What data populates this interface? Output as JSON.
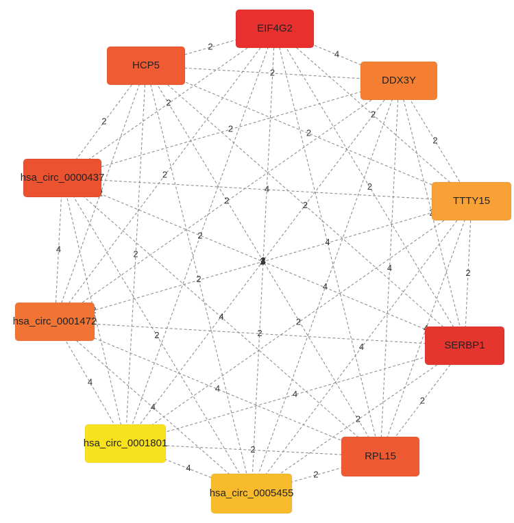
{
  "nodes": [
    {
      "id": "EIF4G2",
      "label": "EIF4G2",
      "color": "#e8312f"
    },
    {
      "id": "HCP5",
      "label": "HCP5",
      "color": "#ef5b33"
    },
    {
      "id": "DDX3Y",
      "label": "DDX3Y",
      "color": "#f47f33"
    },
    {
      "id": "TTTY15",
      "label": "TTTY15",
      "color": "#f8a136"
    },
    {
      "id": "SERBP1",
      "label": "SERBP1",
      "color": "#e6352e"
    },
    {
      "id": "RPL15",
      "label": "RPL15",
      "color": "#ee5a31"
    },
    {
      "id": "circ0005455",
      "label": "hsa_circ_0005455",
      "color": "#f8bb2c"
    },
    {
      "id": "circ0001801",
      "label": "hsa_circ_0001801",
      "color": "#f8e21e"
    },
    {
      "id": "circ0001472",
      "label": "hsa_circ_0001472",
      "color": "#f17434"
    },
    {
      "id": "circ0000437",
      "label": "hsa_circ_0000437",
      "color": "#ea5230"
    }
  ],
  "edges": [
    {
      "source": "EIF4G2",
      "target": "HCP5",
      "weight": "2"
    },
    {
      "source": "EIF4G2",
      "target": "DDX3Y",
      "weight": "4"
    },
    {
      "source": "EIF4G2",
      "target": "TTTY15",
      "weight": "2"
    },
    {
      "source": "EIF4G2",
      "target": "SERBP1",
      "weight": "2"
    },
    {
      "source": "EIF4G2",
      "target": "RPL15",
      "weight": "4"
    },
    {
      "source": "EIF4G2",
      "target": "circ0005455",
      "weight": "2"
    },
    {
      "source": "EIF4G2",
      "target": "circ0001801",
      "weight": "2"
    },
    {
      "source": "EIF4G2",
      "target": "circ0001472",
      "weight": "2"
    },
    {
      "source": "EIF4G2",
      "target": "circ0000437",
      "weight": "2"
    },
    {
      "source": "HCP5",
      "target": "DDX3Y",
      "weight": "2"
    },
    {
      "source": "HCP5",
      "target": "TTTY15",
      "weight": "2"
    },
    {
      "source": "HCP5",
      "target": "SERBP1",
      "weight": "2"
    },
    {
      "source": "HCP5",
      "target": "RPL15",
      "weight": "4"
    },
    {
      "source": "HCP5",
      "target": "circ0005455",
      "weight": "2"
    },
    {
      "source": "HCP5",
      "target": "circ0001801",
      "weight": "2"
    },
    {
      "source": "HCP5",
      "target": "circ0001472",
      "weight": "2"
    },
    {
      "source": "HCP5",
      "target": "circ0000437",
      "weight": "2"
    },
    {
      "source": "DDX3Y",
      "target": "TTTY15",
      "weight": "2"
    },
    {
      "source": "DDX3Y",
      "target": "SERBP1",
      "weight": "2"
    },
    {
      "source": "DDX3Y",
      "target": "RPL15",
      "weight": "4"
    },
    {
      "source": "DDX3Y",
      "target": "circ0005455",
      "weight": "4"
    },
    {
      "source": "DDX3Y",
      "target": "circ0001801",
      "weight": "2"
    },
    {
      "source": "DDX3Y",
      "target": "circ0001472",
      "weight": "2"
    },
    {
      "source": "DDX3Y",
      "target": "circ0000437",
      "weight": "2"
    },
    {
      "source": "TTTY15",
      "target": "SERBP1",
      "weight": "2"
    },
    {
      "source": "TTTY15",
      "target": "RPL15",
      "weight": "4"
    },
    {
      "source": "TTTY15",
      "target": "circ0005455",
      "weight": "4"
    },
    {
      "source": "TTTY15",
      "target": "circ0001801",
      "weight": "2"
    },
    {
      "source": "TTTY15",
      "target": "circ0001472",
      "weight": "2"
    },
    {
      "source": "TTTY15",
      "target": "circ0000437",
      "weight": "4"
    },
    {
      "source": "SERBP1",
      "target": "RPL15",
      "weight": "2"
    },
    {
      "source": "SERBP1",
      "target": "circ0005455",
      "weight": "2"
    },
    {
      "source": "SERBP1",
      "target": "circ0001801",
      "weight": "4"
    },
    {
      "source": "SERBP1",
      "target": "circ0001472",
      "weight": "2"
    },
    {
      "source": "SERBP1",
      "target": "circ0000437",
      "weight": "4"
    },
    {
      "source": "RPL15",
      "target": "circ0005455",
      "weight": "2"
    },
    {
      "source": "RPL15",
      "target": "circ0001801",
      "weight": "2"
    },
    {
      "source": "RPL15",
      "target": "circ0001472",
      "weight": "4"
    },
    {
      "source": "RPL15",
      "target": "circ0000437",
      "weight": "4"
    },
    {
      "source": "circ0005455",
      "target": "circ0001801",
      "weight": "4"
    },
    {
      "source": "circ0005455",
      "target": "circ0001472",
      "weight": "4"
    },
    {
      "source": "circ0005455",
      "target": "circ0000437",
      "weight": "2"
    },
    {
      "source": "circ0001801",
      "target": "circ0001472",
      "weight": "4"
    },
    {
      "source": "circ0001801",
      "target": "circ0000437",
      "weight": "2"
    },
    {
      "source": "circ0001472",
      "target": "circ0000437",
      "weight": "4"
    }
  ]
}
